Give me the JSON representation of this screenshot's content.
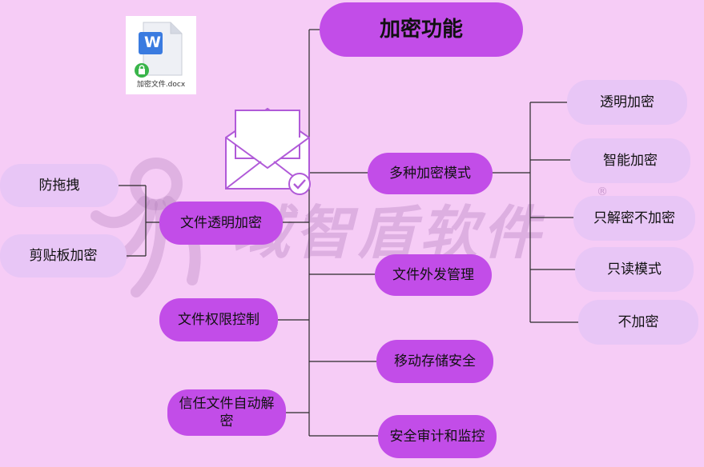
{
  "document_icon": {
    "filename": "加密文件.docx",
    "app_letter": "W"
  },
  "watermark": {
    "text": "域智盾软件",
    "registered_mark": "®"
  },
  "root": {
    "label": "加密功能"
  },
  "right_branches": [
    {
      "label": "多种加密模式"
    },
    {
      "label": "文件外发管理"
    },
    {
      "label": "移动存储安全"
    },
    {
      "label": "安全审计和监控"
    }
  ],
  "left_branches": [
    {
      "label": "文件透明加密"
    },
    {
      "label": "文件权限控制"
    },
    {
      "label": "信任文件自动解密"
    }
  ],
  "encryption_modes": [
    {
      "label": "透明加密"
    },
    {
      "label": "智能加密"
    },
    {
      "label": "只解密不加密"
    },
    {
      "label": "只读模式"
    },
    {
      "label": "不加密"
    }
  ],
  "transparent_children": [
    {
      "label": "防拖拽"
    },
    {
      "label": "剪贴板加密"
    }
  ],
  "colors": {
    "background": "#f6ccf6",
    "node_primary": "#c24de8",
    "node_secondary": "#e8c6f6",
    "connector": "#2a2a2a",
    "lock_green": "#39b54a",
    "word_blue": "#3a7be0"
  }
}
